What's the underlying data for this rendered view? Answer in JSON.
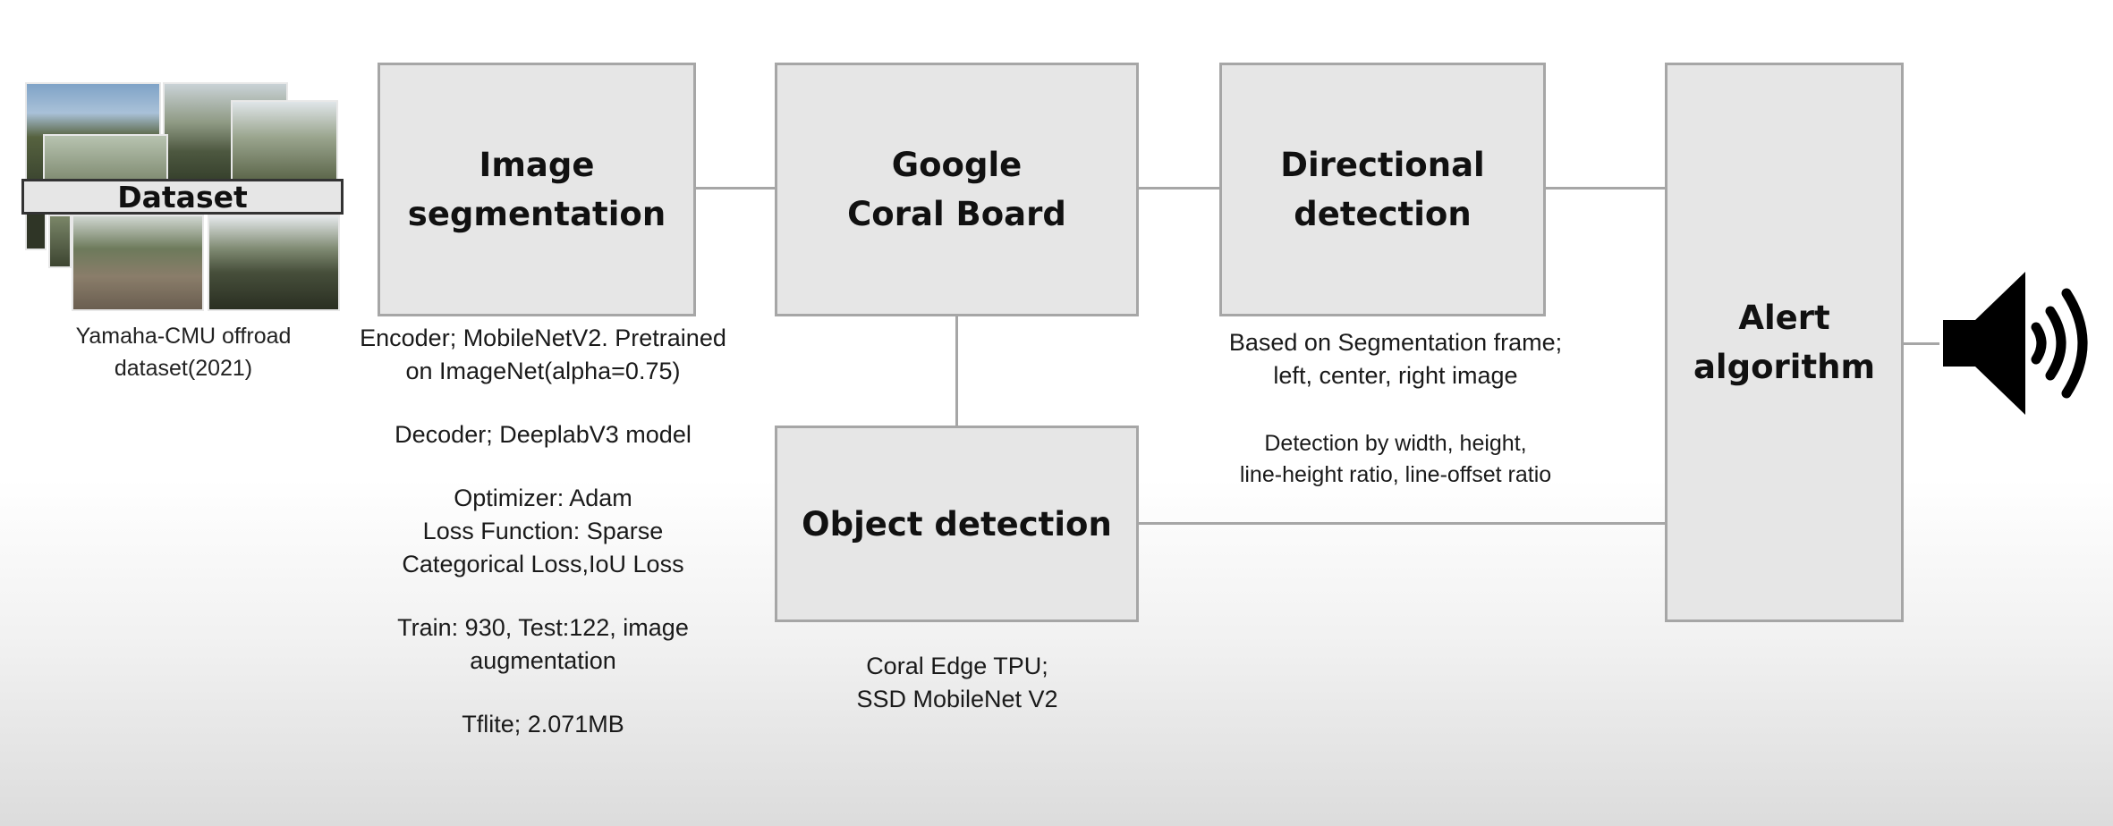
{
  "dataset": {
    "label": "Dataset",
    "caption": "Yamaha-CMU offroad\ndataset(2021)"
  },
  "boxes": {
    "image_segmentation": "Image\nsegmentation",
    "coral_board": "Google\nCoral Board",
    "directional_detection": "Directional\ndetection",
    "alert_algorithm": "Alert\nalgorithm",
    "object_detection": "Object detection"
  },
  "notes": {
    "segmentation": [
      "Encoder; MobileNetV2. Pretrained\non ImageNet(alpha=0.75)",
      "Decoder; DeeplabV3 model",
      "Optimizer: Adam\nLoss Function: Sparse\nCategorical Loss,IoU Loss",
      "Train: 930, Test:122, image\naugmentation",
      "Tflite; 2.071MB"
    ],
    "directional": [
      "Based on Segmentation frame;\nleft, center, right image",
      "Detection by width, height,\nline-height ratio, line-offset ratio"
    ],
    "object": "Coral Edge TPU;\nSSD MobileNet V2"
  },
  "icons": {
    "speaker": "speaker-icon"
  },
  "colors": {
    "box_fill": "#e6e6e6",
    "box_border": "#a6a6a6",
    "connector": "#a6a6a6",
    "speaker": "#000000"
  }
}
